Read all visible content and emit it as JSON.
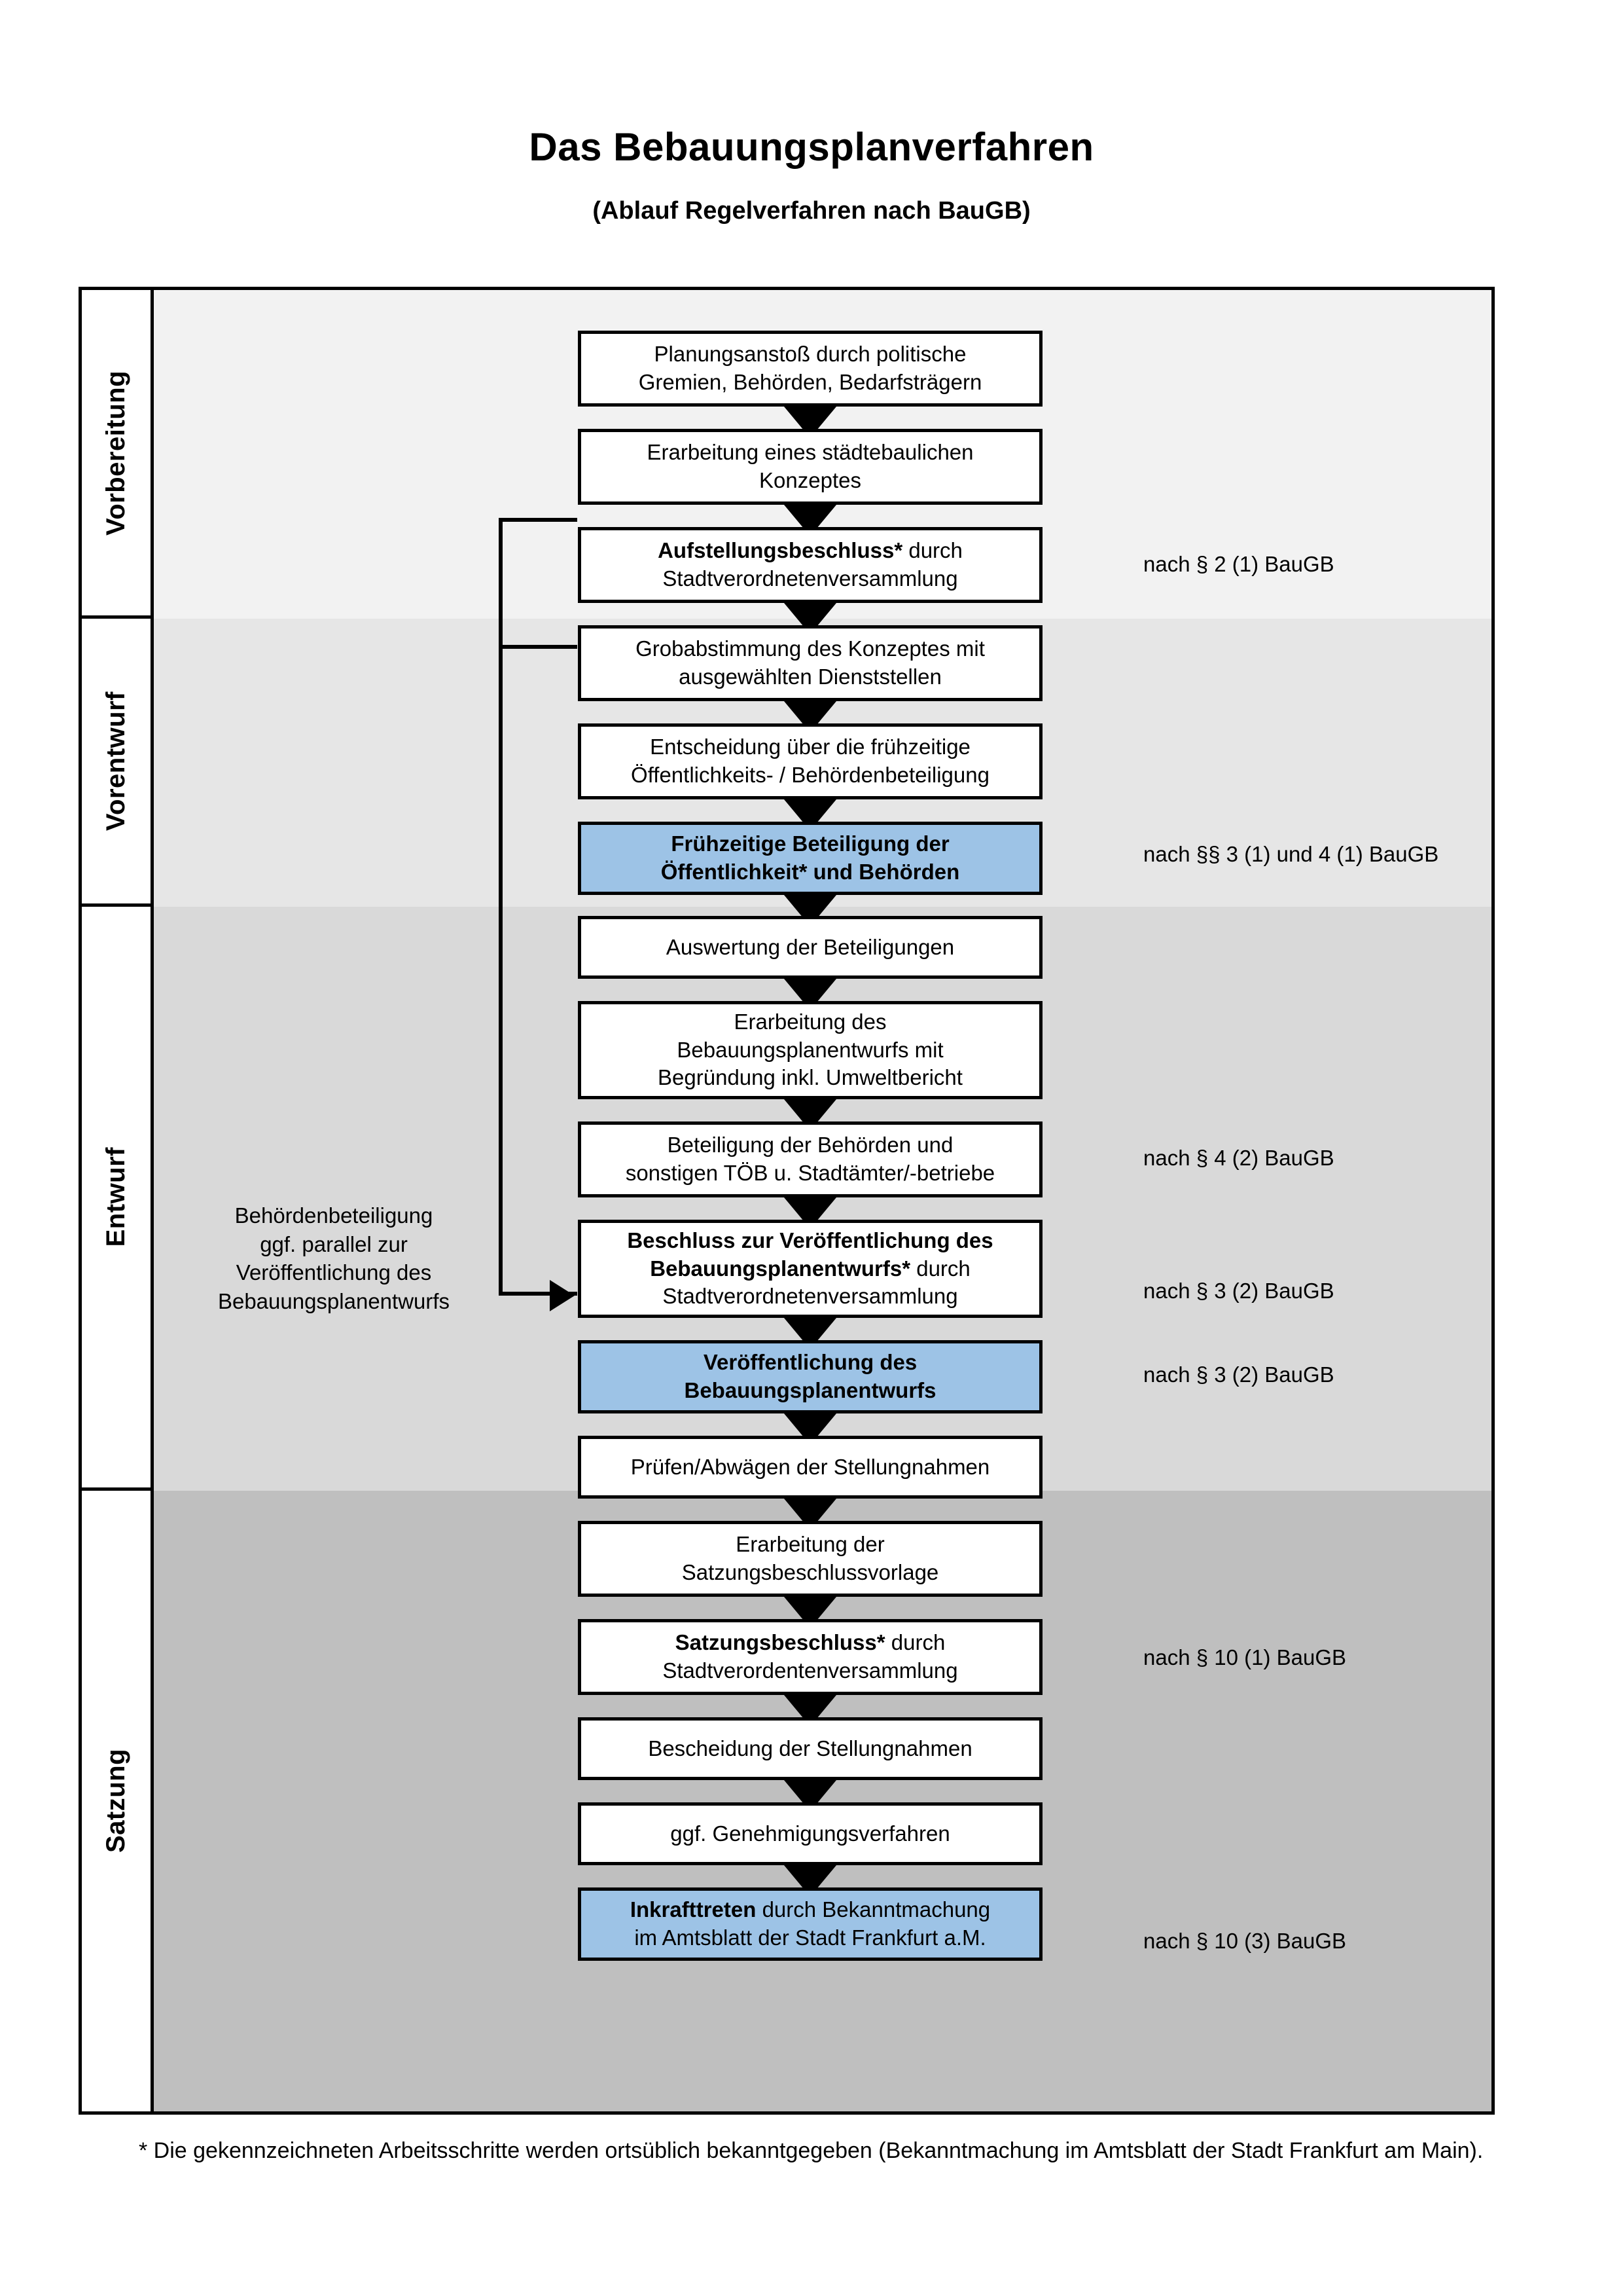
{
  "header": {
    "title": "Das Bebauungsplanverfahren",
    "subtitle": "(Ablauf Regelverfahren nach BauGB)"
  },
  "colors": {
    "highlight_box": "#9dc3e6",
    "band_vorbereitung": "#f2f2f2",
    "band_vorentwurf": "#e6e6e6",
    "band_entwurf": "#d9d9d9",
    "band_satzung": "#bfbfbf",
    "border": "#000000"
  },
  "phases": [
    {
      "label": "Vorbereitung"
    },
    {
      "label": "Vorentwurf"
    },
    {
      "label": "Entwurf"
    },
    {
      "label": "Satzung"
    }
  ],
  "steps": [
    {
      "id": "planungsanstoss",
      "lines": [
        {
          "text": "Planungsanstoß durch politische",
          "bold": false
        },
        {
          "text": "Gremien, Behörden, Bedarfsträgern",
          "bold": false
        }
      ],
      "highlight": false
    },
    {
      "id": "staedtebauliches-konzept",
      "lines": [
        {
          "text": "Erarbeitung eines städtebaulichen",
          "bold": false
        },
        {
          "text": "Konzeptes",
          "bold": false
        }
      ],
      "highlight": false
    },
    {
      "id": "aufstellungsbeschluss",
      "lines": [
        {
          "text": "Aufstellungsbeschluss*",
          "bold": true
        },
        {
          "text": " durch",
          "bold": false
        },
        {
          "text": "Stadtverordnetenversammlung",
          "bold": false
        }
      ],
      "highlight": false
    },
    {
      "id": "grobabstimmung",
      "lines": [
        {
          "text": "Grobabstimmung des Konzeptes mit",
          "bold": false
        },
        {
          "text": "ausgewählten Dienststellen",
          "bold": false
        }
      ],
      "highlight": false
    },
    {
      "id": "entscheidung-fruehzeitige",
      "lines": [
        {
          "text": "Entscheidung über die frühzeitige",
          "bold": false
        },
        {
          "text": "Öffentlichkeits- / Behördenbeteiligung",
          "bold": false
        }
      ],
      "highlight": false
    },
    {
      "id": "fruehzeitige-beteiligung",
      "lines": [
        {
          "text": "Frühzeitige Beteiligung der",
          "bold": true
        },
        {
          "text": "Öffentlichkeit* und Behörden",
          "bold": true
        }
      ],
      "highlight": true
    },
    {
      "id": "auswertung-beteiligungen",
      "lines": [
        {
          "text": "Auswertung der Beteiligungen",
          "bold": false
        }
      ],
      "highlight": false
    },
    {
      "id": "erarbeitung-bebauungsplanentwurf",
      "lines": [
        {
          "text": "Erarbeitung des",
          "bold": false
        },
        {
          "text": "Bebauungsplanentwurfs mit",
          "bold": false
        },
        {
          "text": "Begründung inkl. Umweltbericht",
          "bold": false
        }
      ],
      "highlight": false
    },
    {
      "id": "beteiligung-behoerden-toeb",
      "lines": [
        {
          "text": "Beteiligung der Behörden und",
          "bold": false
        },
        {
          "text": "sonstigen TÖB u. Stadtämter/-betriebe",
          "bold": false
        }
      ],
      "highlight": false
    },
    {
      "id": "beschluss-veroeffentlichung",
      "lines": [
        {
          "text": "Beschluss zur Veröffentlichung des",
          "bold": true
        },
        {
          "text": "Bebauungsplanentwurfs*",
          "bold": true
        },
        {
          "text": " durch",
          "bold": false
        },
        {
          "text": "Stadtverordnetenversammlung",
          "bold": false
        }
      ],
      "highlight": false
    },
    {
      "id": "veroeffentlichung-entwurf",
      "lines": [
        {
          "text": "Veröffentlichung des",
          "bold": true
        },
        {
          "text": "Bebauungsplanentwurfs",
          "bold": true
        }
      ],
      "highlight": true
    },
    {
      "id": "pruefen-abwaegen",
      "lines": [
        {
          "text": "Prüfen/Abwägen der Stellungnahmen",
          "bold": false
        }
      ],
      "highlight": false
    },
    {
      "id": "erarbeitung-satzungsvorlage",
      "lines": [
        {
          "text": "Erarbeitung der",
          "bold": false
        },
        {
          "text": "Satzungsbeschlussvorlage",
          "bold": false
        }
      ],
      "highlight": false
    },
    {
      "id": "satzungsbeschluss",
      "lines": [
        {
          "text": "Satzungsbeschluss*",
          "bold": true
        },
        {
          "text": " durch",
          "bold": false
        },
        {
          "text": "Stadtverordentenversammlung",
          "bold": false
        }
      ],
      "highlight": false
    },
    {
      "id": "bescheidung-stellungnahmen",
      "lines": [
        {
          "text": "Bescheidung der Stellungnahmen",
          "bold": false
        }
      ],
      "highlight": false
    },
    {
      "id": "genehmigungsverfahren",
      "lines": [
        {
          "text": "ggf. Genehmigungsverfahren",
          "bold": false
        }
      ],
      "highlight": false
    },
    {
      "id": "inkrafttreten",
      "lines": [
        {
          "text": "Inkrafttreten",
          "bold": true
        },
        {
          "text": " durch Bekanntmachung",
          "bold": false
        },
        {
          "text": "im Amtsblatt der Stadt Frankfurt a.M.",
          "bold": false
        }
      ],
      "highlight": true
    }
  ],
  "step_text": {
    "planungsanstoss_l1": "Planungsanstoß durch politische",
    "planungsanstoss_l2": "Gremien, Behörden, Bedarfsträgern",
    "konzept_l1": "Erarbeitung eines städtebaulichen",
    "konzept_l2": "Konzeptes",
    "aufstellung_bold": "Aufstellungsbeschluss*",
    "aufstellung_rest": " durch",
    "aufstellung_l2": "Stadtverordnetenversammlung",
    "grob_l1": "Grobabstimmung des Konzeptes mit",
    "grob_l2": "ausgewählten Dienststellen",
    "entscheidung_l1": "Entscheidung über die frühzeitige",
    "entscheidung_l2": "Öffentlichkeits- / Behördenbeteiligung",
    "fruehzeitig_l1": "Frühzeitige Beteiligung der",
    "fruehzeitig_l2": "Öffentlichkeit* und Behörden",
    "auswertung_l1": "Auswertung der Beteiligungen",
    "erarbeitung_l1": "Erarbeitung des",
    "erarbeitung_l2": "Bebauungsplanentwurfs mit",
    "erarbeitung_l3": "Begründung inkl. Umweltbericht",
    "toeb_l1": "Beteiligung der Behörden und",
    "toeb_l2": "sonstigen TÖB u. Stadtämter/-betriebe",
    "beschluss_l1": "Beschluss zur Veröffentlichung des",
    "beschluss_l2_bold": "Bebauungsplanentwurfs*",
    "beschluss_l2_rest": " durch",
    "beschluss_l3": "Stadtverordnetenversammlung",
    "veroeff_l1": "Veröffentlichung des",
    "veroeff_l2": "Bebauungsplanentwurfs",
    "pruefen_l1": "Prüfen/Abwägen der Stellungnahmen",
    "satzvorlage_l1": "Erarbeitung der",
    "satzvorlage_l2": "Satzungsbeschlussvorlage",
    "satzbeschluss_bold": "Satzungsbeschluss*",
    "satzbeschluss_rest": " durch",
    "satzbeschluss_l2": "Stadtverordentenversammlung",
    "bescheidung_l1": "Bescheidung der Stellungnahmen",
    "genehmigung_l1": "ggf. Genehmigungsverfahren",
    "inkraft_bold": "Inkrafttreten",
    "inkraft_rest": " durch Bekanntmachung",
    "inkraft_l2": "im Amtsblatt der Stadt Frankfurt a.M."
  },
  "legal_refs": [
    {
      "id": "ref-par2-1",
      "text": "nach § 2 (1) BauGB"
    },
    {
      "id": "ref-par3-1-4-1",
      "text": "nach §§ 3 (1) und 4 (1) BauGB"
    },
    {
      "id": "ref-par4-2",
      "text": "nach § 4 (2) BauGB"
    },
    {
      "id": "ref-par3-2-a",
      "text": "nach § 3 (2) BauGB"
    },
    {
      "id": "ref-par3-2-b",
      "text": "nach § 3 (2) BauGB"
    },
    {
      "id": "ref-par10-1",
      "text": "nach § 10 (1) BauGB"
    },
    {
      "id": "ref-par10-3",
      "text": "nach § 10 (3) BauGB"
    }
  ],
  "sidenote": {
    "l1": "Behördenbeteiligung",
    "l2": "ggf. parallel zur",
    "l3": "Veröffentlichung des",
    "l4": "Bebauungsplanentwurfs"
  },
  "footnote": {
    "text": "* Die gekennzeichneten Arbeitsschritte werden ortsüblich bekanntgegeben (Bekanntmachung im Amtsblatt  der Stadt Frankfurt am Main)."
  }
}
